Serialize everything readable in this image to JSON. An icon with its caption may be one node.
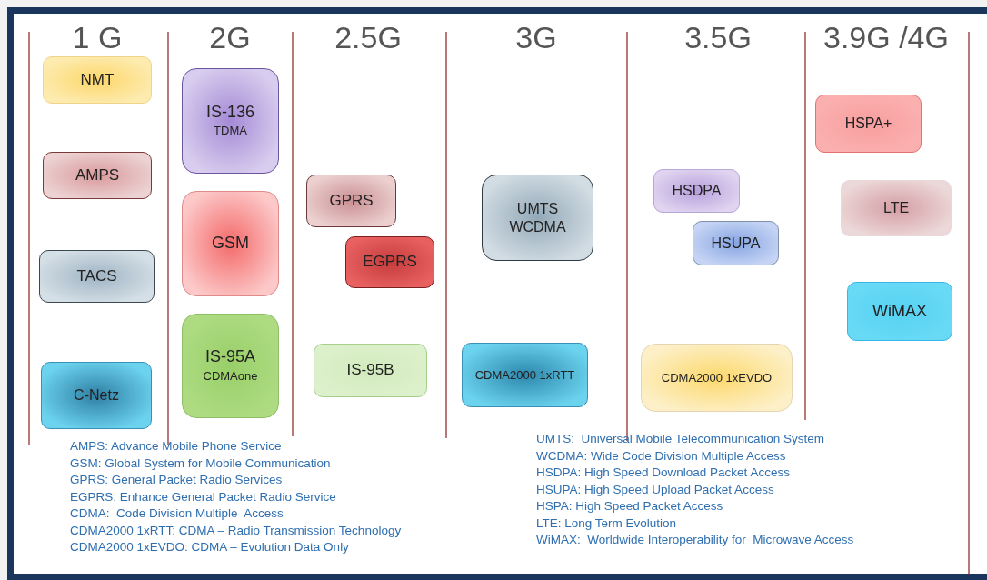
{
  "diagram": {
    "nodes": [
      {
        "text": [
          "NMT"
        ]
      },
      {
        "text": [
          "AMPS"
        ]
      },
      {
        "text": [
          "TACS"
        ]
      },
      {
        "text": [
          "C-Netz"
        ]
      },
      {
        "text": [
          "IS-136",
          "TDMA"
        ]
      },
      {
        "text": [
          "GSM"
        ]
      },
      {
        "text": [
          "IS-95A",
          "CDMAone"
        ]
      },
      {
        "text": [
          "GPRS"
        ]
      },
      {
        "text": [
          "EGPRS"
        ]
      },
      {
        "text": [
          "IS-95B"
        ]
      },
      {
        "text": [
          "UMTS WCDMA"
        ]
      },
      {
        "text": [
          "CDMA2000 1xRTT"
        ]
      },
      {
        "text": [
          "HSDPA"
        ]
      },
      {
        "text": [
          "HSUPA"
        ]
      },
      {
        "text": [
          "CDMA2000 1xEVDO"
        ]
      },
      {
        "text": [
          "HSPA+"
        ]
      },
      {
        "text": [
          "LTE"
        ]
      },
      {
        "text": [
          "WiMAX"
        ]
      }
    ],
    "labels": [
      "1 G",
      "2G",
      "2.5G",
      "3G",
      "3.5G",
      "3.9G /4G",
      "AMPS: Advance Mobile Phone Service",
      "GSM: Global System for Mobile Communication",
      "GPRS: General Packet Radio Services",
      "EGPRS: Enhance General Packet Radio Service",
      "CDMA:  Code Division Multiple  Access",
      "CDMA2000 1xRTT: CDMA – Radio Transmission Technology",
      "CDMA2000 1xEVDO: CDMA – Evolution Data Only",
      "UMTS:  Universal Mobile Telecommunication System",
      "WCDMA: Wide Code Division Multiple Access",
      "HSDPA: High Speed Download Packet Access",
      "HSUPA: High Speed Upload Packet Access",
      "HSPA: High Speed Packet Access",
      "LTE: Long Term Evolution",
      "WiMAX:  Worldwide Interoperability for  Microwave Access"
    ]
  }
}
